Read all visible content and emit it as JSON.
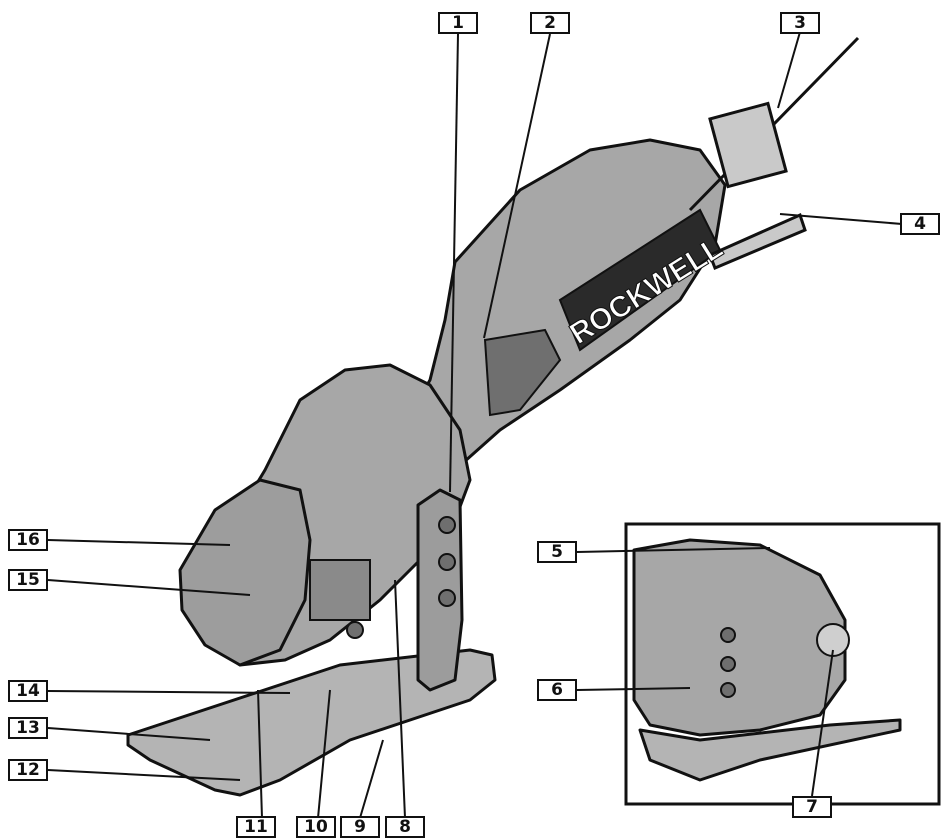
{
  "figure": {
    "brand_text": "ROCKWELL",
    "callouts": [
      {
        "id": "callout-1",
        "label": "1"
      },
      {
        "id": "callout-2",
        "label": "2"
      },
      {
        "id": "callout-3",
        "label": "3"
      },
      {
        "id": "callout-4",
        "label": "4"
      },
      {
        "id": "callout-5",
        "label": "5"
      },
      {
        "id": "callout-6",
        "label": "6"
      },
      {
        "id": "callout-7",
        "label": "7"
      },
      {
        "id": "callout-8",
        "label": "8"
      },
      {
        "id": "callout-9",
        "label": "9"
      },
      {
        "id": "callout-10",
        "label": "10"
      },
      {
        "id": "callout-11",
        "label": "11"
      },
      {
        "id": "callout-12",
        "label": "12"
      },
      {
        "id": "callout-13",
        "label": "13"
      },
      {
        "id": "callout-14",
        "label": "14"
      },
      {
        "id": "callout-15",
        "label": "15"
      },
      {
        "id": "callout-16",
        "label": "16"
      }
    ]
  },
  "colors": {
    "body_fill": "#a7a7a7",
    "dark_fill": "#6f6f6f",
    "outline": "#111111"
  }
}
